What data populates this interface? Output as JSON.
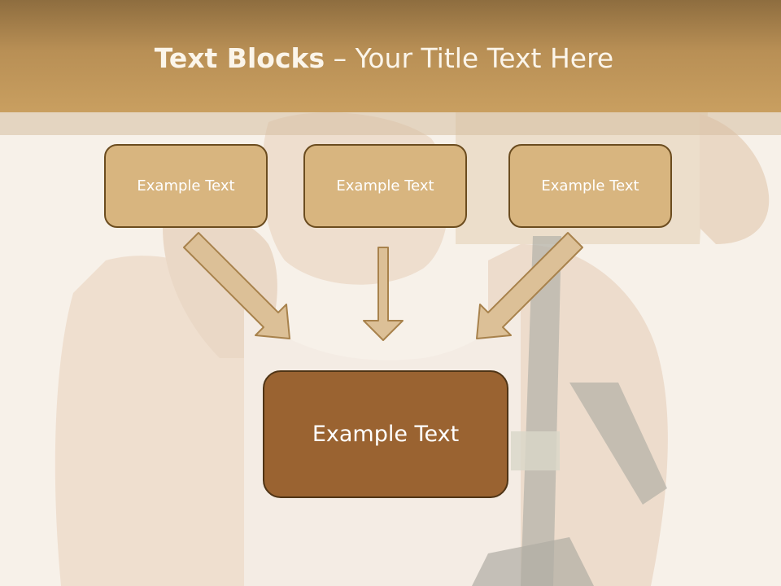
{
  "title": {
    "bold": "Text Blocks",
    "dash": " – ",
    "rest": "Your Title Text Here"
  },
  "top_boxes": [
    {
      "label": "Example Text"
    },
    {
      "label": "Example Text"
    },
    {
      "label": "Example Text"
    }
  ],
  "main_box": {
    "label": "Example Text"
  },
  "colors": {
    "header": "#c99f60",
    "box_fill": "#d8b57f",
    "box_border": "#6b4c1f",
    "main_fill": "#9a6331",
    "arrow_fill": "#dcc097",
    "arrow_stroke": "#a8824c",
    "text": "#ffffff"
  }
}
